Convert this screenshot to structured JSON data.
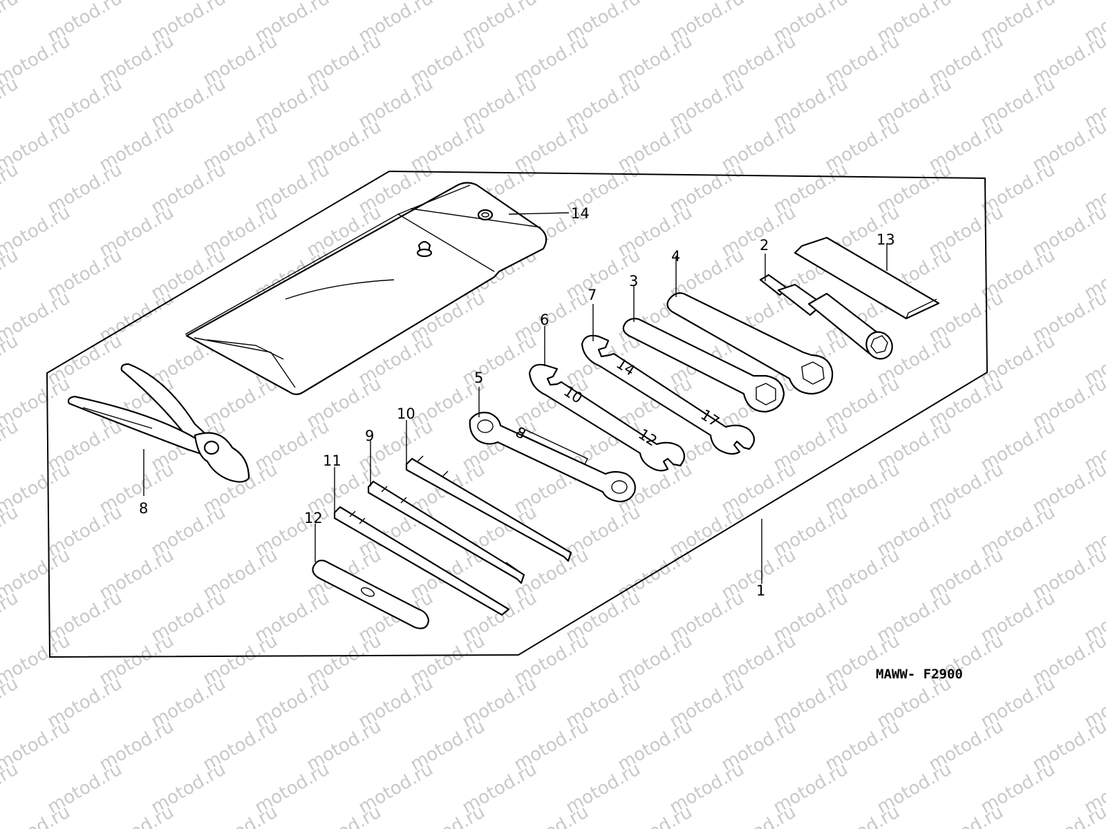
{
  "watermark": {
    "text": "motod.ru"
  },
  "drawing_code": "MAWW- F2900",
  "callouts": {
    "c1": "1",
    "c2": "2",
    "c3": "3",
    "c4": "4",
    "c5": "5",
    "c6": "6",
    "c7": "7",
    "c8": "8",
    "c9": "9",
    "c10": "10",
    "c11": "11",
    "c12": "12",
    "c13": "13",
    "c14": "14"
  },
  "wrench_markings": {
    "w6_a": "10",
    "w6_b": "12",
    "w7_a": "14",
    "w7_b": "17",
    "w5": "8"
  }
}
